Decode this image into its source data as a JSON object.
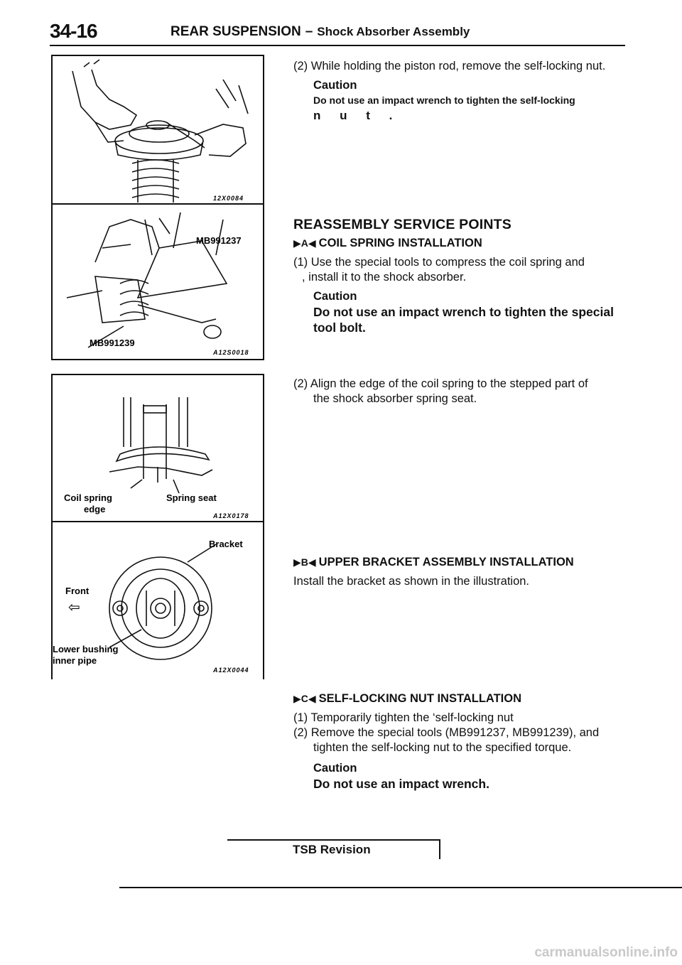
{
  "header": {
    "page_number": "34-16",
    "title": "REAR SUSPENSION",
    "dash": "–",
    "subtitle": "Shock Absorber Assembly"
  },
  "figures": [
    {
      "code": "12X0084"
    },
    {
      "labels": {
        "tool_a": "MB991237",
        "tool_b": "MB991239"
      },
      "code": "A12S0018"
    },
    {
      "labels": {
        "coil": "Coil spring",
        "edge": "edge",
        "seat": "Spring seat"
      },
      "code": "A12X0178"
    },
    {
      "labels": {
        "bracket": "Bracket",
        "front": "Front",
        "front_arrow": "⇦",
        "lower1": "Lower bushing",
        "lower2": "inner pipe"
      },
      "code": "A12X0044"
    }
  ],
  "step_remove_nut": {
    "text": "(2) While holding the piston rod, remove the self-locking nut.",
    "caution_label": "Caution",
    "caution_text": "Do not use an impact wrench to tighten the self-locking",
    "caution_text2": "n u t ."
  },
  "reassembly": {
    "heading": "REASSEMBLY SERVICE POINTS",
    "a": {
      "mark": "▶A◀",
      "title": "COIL SPRING INSTALLATION",
      "step1_line1": "(1) Use the special tools to compress the coil spring and",
      "step1_line2": ", install it to the shock absorber.",
      "caution_label": "Caution",
      "caution_line1": "Do not use an impact wrench to tighten the special",
      "caution_line2": "tool bolt.",
      "step2_line1": "(2) Align the edge of the coil spring to the stepped part of",
      "step2_line2": "the shock absorber spring seat."
    },
    "b": {
      "mark": "▶B◀",
      "title": "UPPER BRACKET ASSEMBLY INSTALLATION",
      "text": "Install the bracket as shown in the illustration."
    },
    "c": {
      "mark": "▶C◀",
      "title": "SELF-LOCKING NUT INSTALLATION",
      "step1": "(1) Temporarily tighten the ‘self-locking nut",
      "step2_line1": "(2) Remove the special tools (MB991237, MB991239), and",
      "step2_line2": "tighten the self-locking nut to the specified torque.",
      "caution_label": "Caution",
      "caution_text": "Do not use an impact wrench."
    }
  },
  "footer": {
    "label": "TSB Revision"
  },
  "watermark": "carmanualsonline.info"
}
